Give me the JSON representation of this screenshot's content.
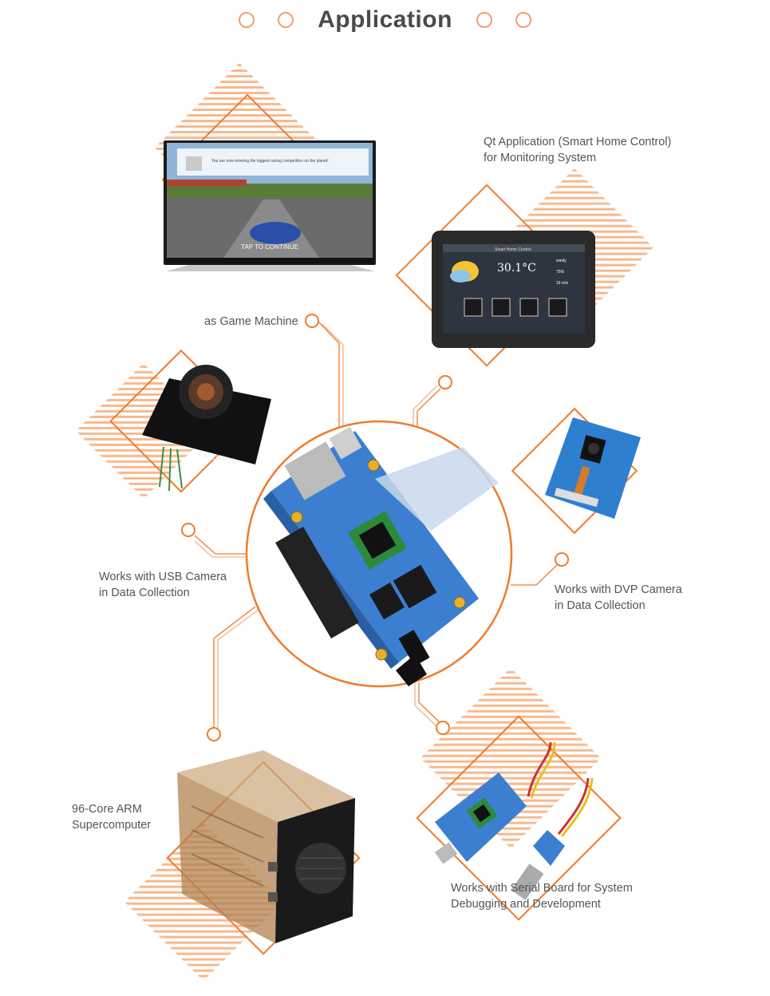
{
  "title": "Application",
  "labels": {
    "qt": "Qt Application (Smart Home Control)\nfor Monitoring System",
    "game": "as Game Machine",
    "usb": "Works with USB Camera\nin Data Collection",
    "dvp": "Works with DVP Camera\nin Data Collection",
    "supercomputer": "96-Core ARM\nSupercomputer",
    "serial": "Works with Serial Board for System\nDebugging and Development"
  },
  "tv": {
    "quote": "You are now entering the biggest racing competition on the planet!",
    "cta": "TAP TO CONTINUE"
  },
  "tablet": {
    "header": "Smart Home Control",
    "temperature": "30.1°C",
    "wind": "windy",
    "humidity": "75%",
    "pressure": "16 m/s"
  },
  "camera_silkscreen": "FA-CAM20",
  "colors": {
    "accent": "#f07b2a",
    "stripe": "#f7b98e",
    "text": "#555555",
    "title": "#4a4a4a"
  }
}
